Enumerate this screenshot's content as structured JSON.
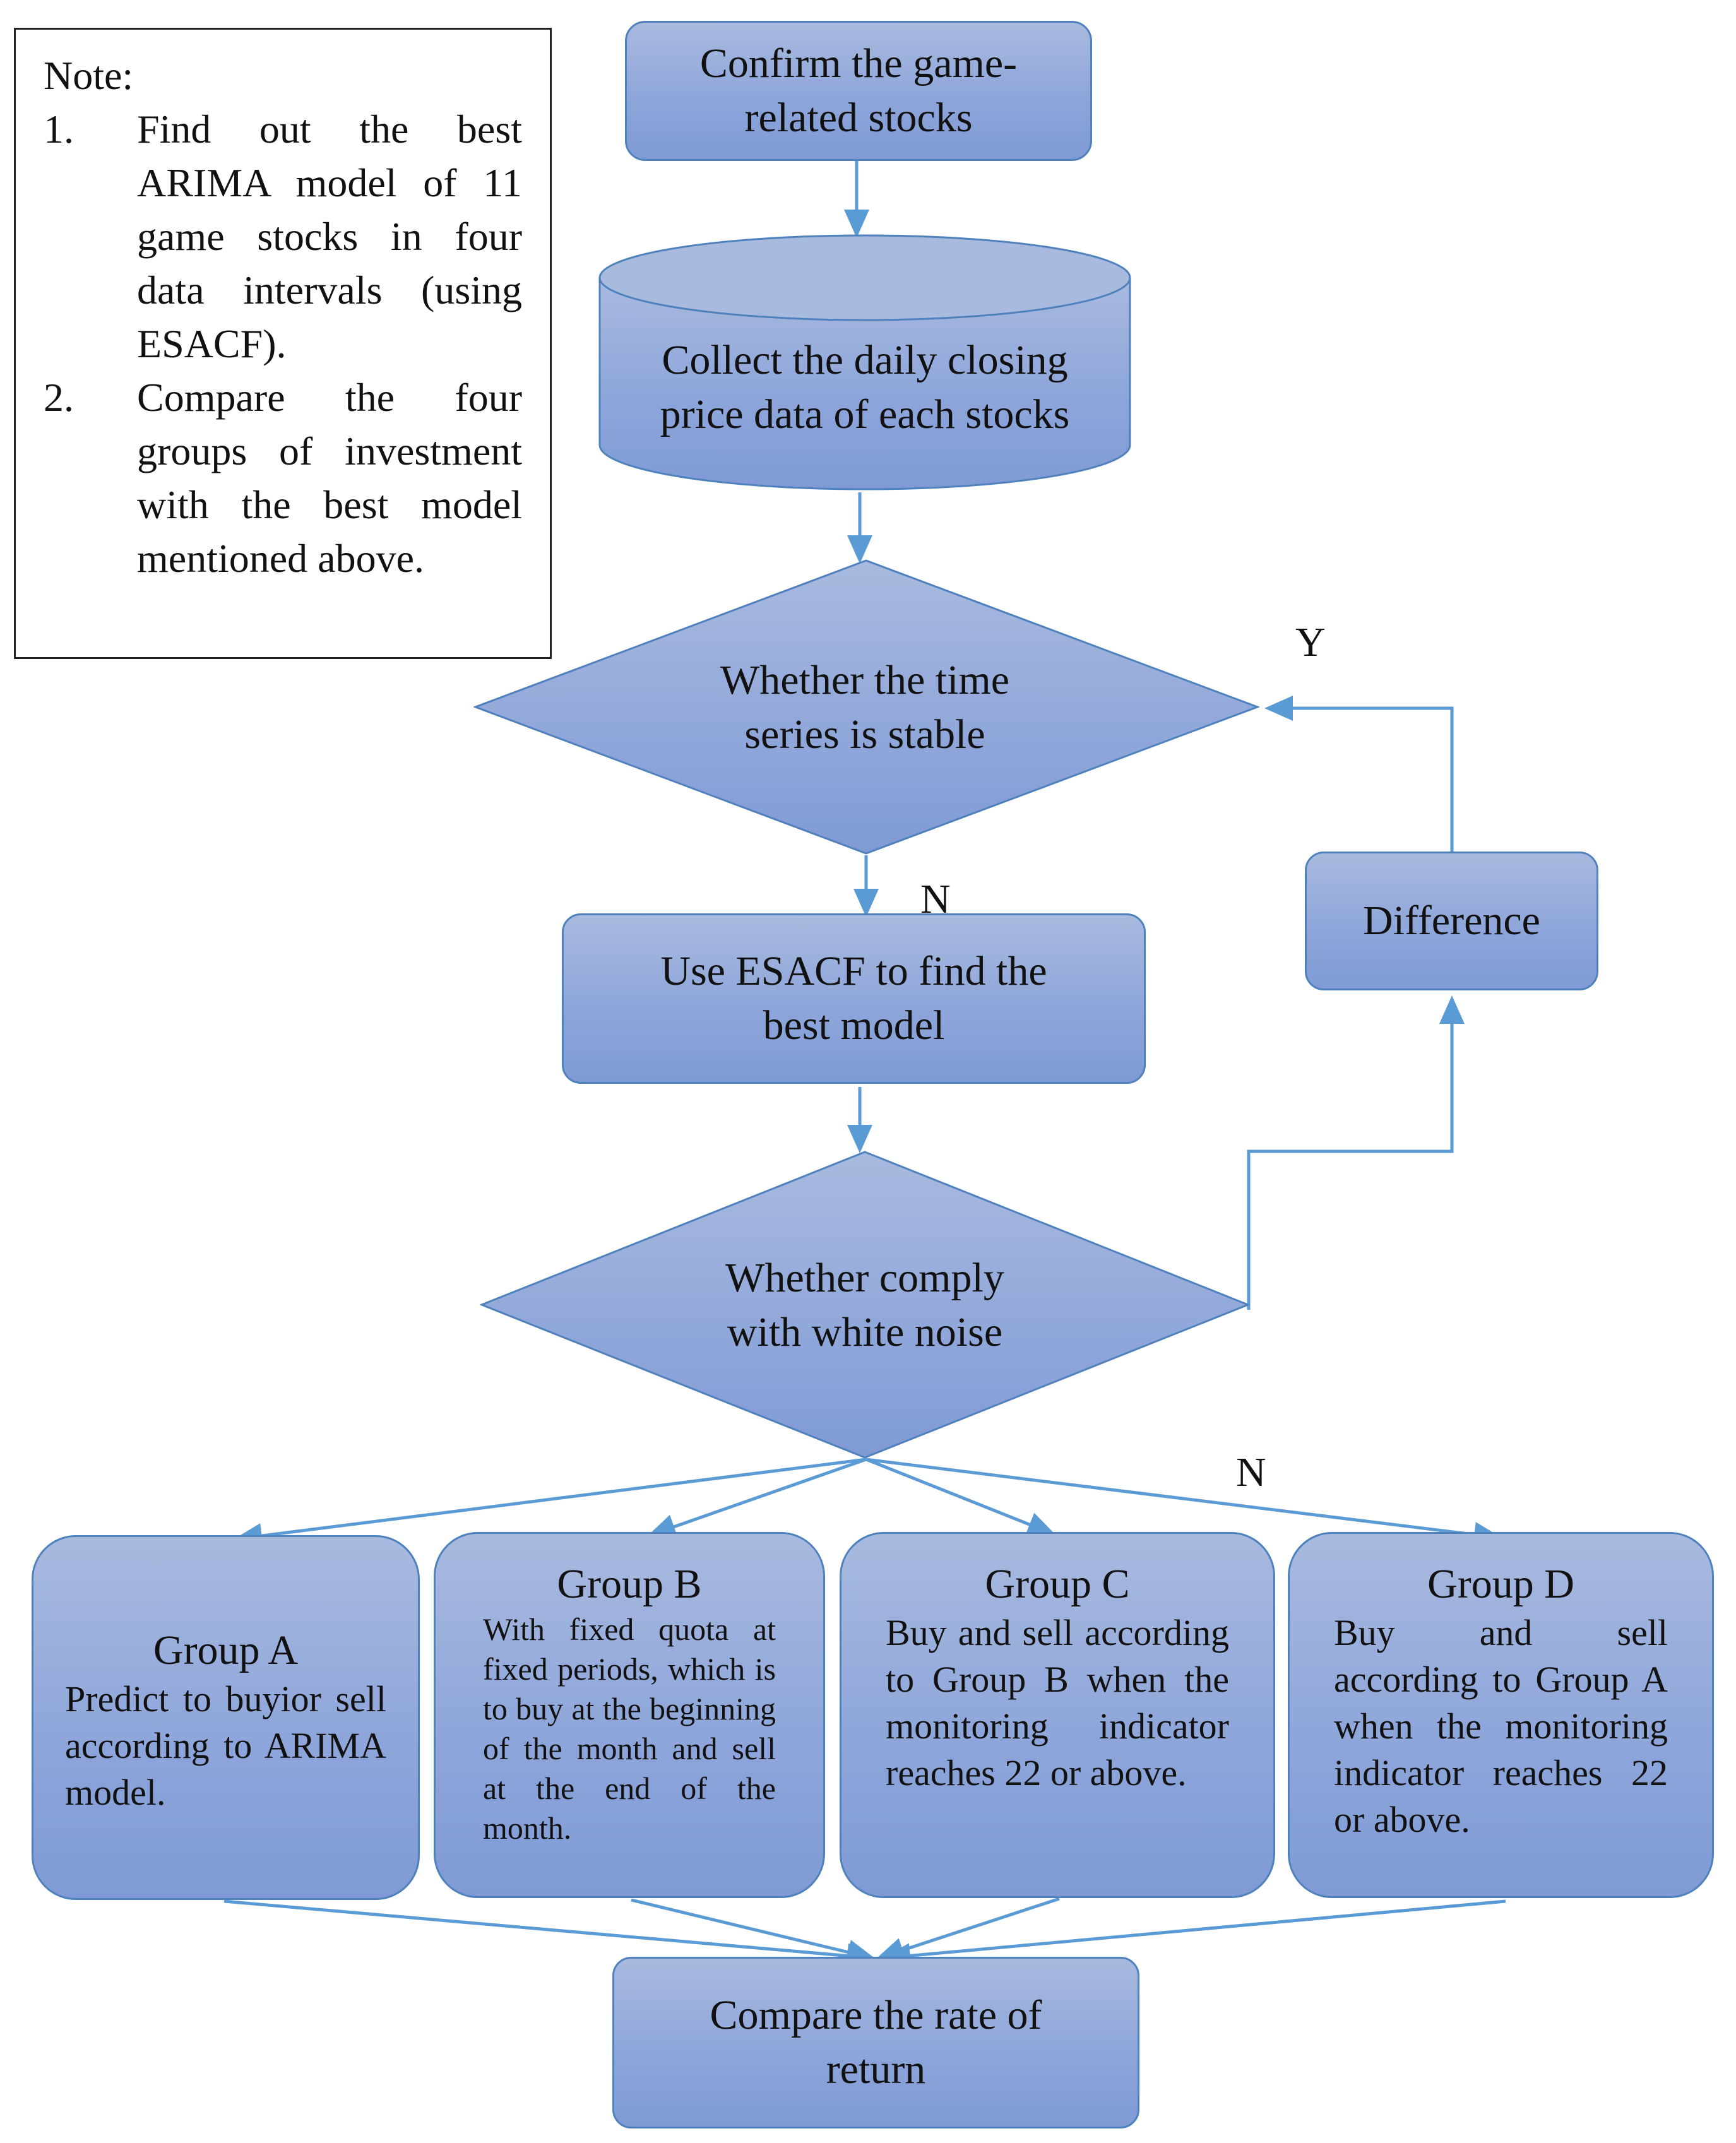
{
  "note": {
    "heading": "Note:",
    "items": [
      {
        "num": "1.",
        "text": "Find out the best ARIMA model of 11 game stocks in four data intervals (using ESACF)."
      },
      {
        "num": "2.",
        "text": "Compare the four groups of investment with the best model mentioned above."
      }
    ]
  },
  "nodes": {
    "confirm": {
      "line1": "Confirm the game-",
      "line2": "related stocks"
    },
    "collect": {
      "line1": "Collect the daily closing",
      "line2": "price data of each stocks"
    },
    "stable": {
      "line1": "Whether the time",
      "line2": "series is stable"
    },
    "esacf": {
      "line1": "Use ESACF to find the",
      "line2": "best model"
    },
    "difference": {
      "label": "Difference"
    },
    "white_noise": {
      "line1": "Whether comply",
      "line2": "with white noise"
    },
    "compare": {
      "line1": "Compare the rate of",
      "line2": "return"
    }
  },
  "groups": [
    {
      "title": "Group A",
      "desc": "Predict to buyior sell according to ARIMA model."
    },
    {
      "title": "Group B",
      "desc": "With fixed quota at fixed periods, which is to buy at the beginning of the month and sell at the end of the month."
    },
    {
      "title": "Group C",
      "desc": "Buy and sell according to Group B when the monitoring indicator reaches 22 or above."
    },
    {
      "title": "Group D",
      "desc": "Buy and sell according to Group A when the monitoring indicator reaches 22 or above."
    }
  ],
  "labels": {
    "yes": "Y",
    "no_stable": "N",
    "no_white_noise": "N"
  },
  "colors": {
    "fill": "#8ea6da",
    "border": "#4f81bd",
    "connector": "#5b9bd5"
  }
}
